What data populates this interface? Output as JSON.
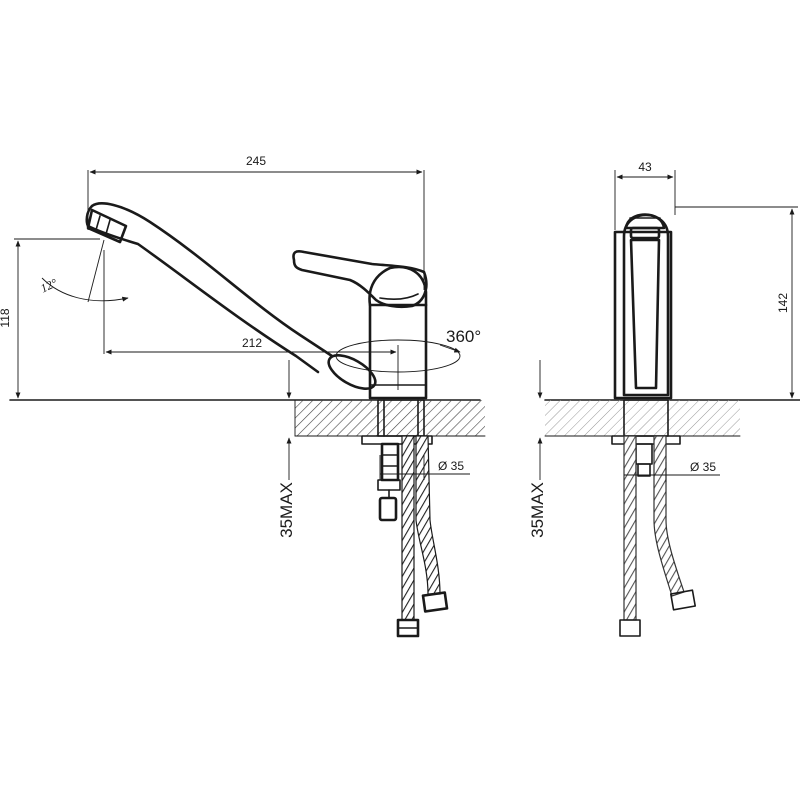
{
  "front_view": {
    "dim_total_length": "245",
    "dim_reach": "212",
    "dim_spout_height": "118",
    "dim_max_counter": "35MAX",
    "dim_hole_diameter": "Ø 35",
    "swivel_label": "360°",
    "tilt_angle_label": "12°"
  },
  "side_view": {
    "dim_width": "43",
    "dim_height": "142",
    "dim_max_counter": "35MAX",
    "dim_hole_diameter": "Ø 35"
  }
}
